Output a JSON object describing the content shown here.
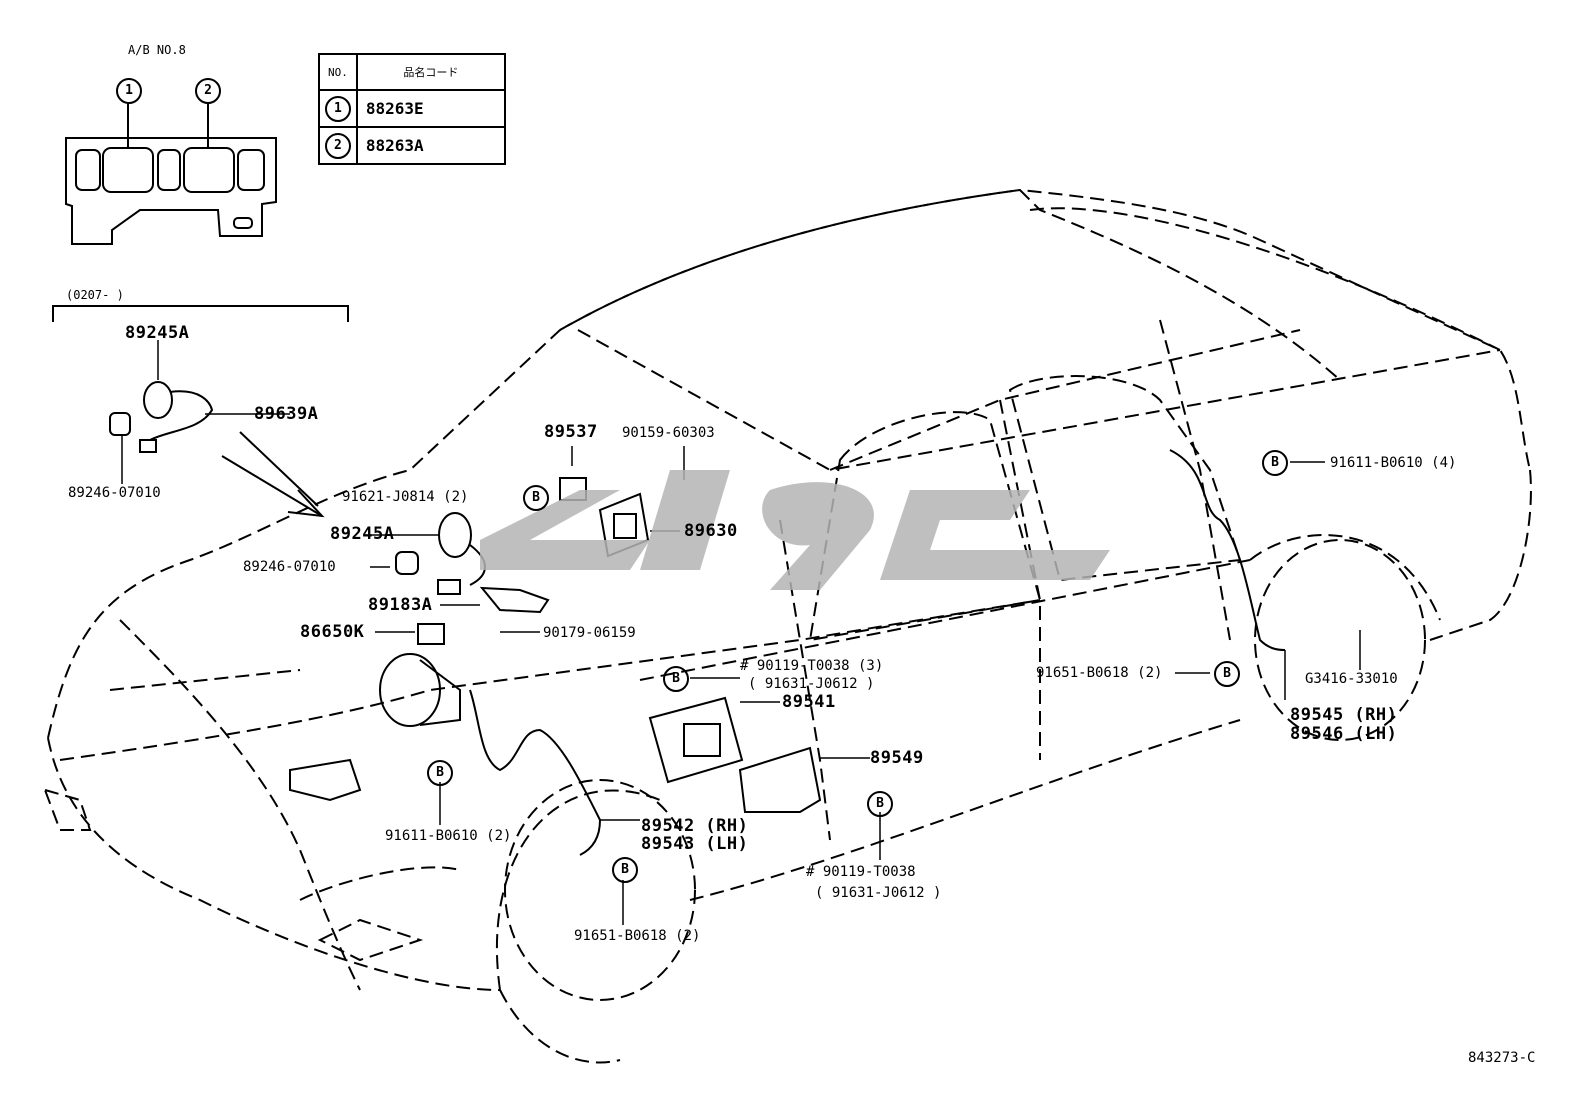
{
  "ab_label": "A/B NO.8",
  "date_range": "(0207-        )",
  "table": {
    "header_no": "NO.",
    "header_code": "品名コード",
    "rows": [
      {
        "no": "1",
        "code": "88263E"
      },
      {
        "no": "2",
        "code": "88263A"
      }
    ]
  },
  "inset_markers": [
    "1",
    "2"
  ],
  "labels": {
    "p89245A_top": "89245A",
    "p89639A": "89639A",
    "p89246_top": "89246-07010",
    "p89537": "89537",
    "p90159": "90159-60303",
    "p91621": "91621-J0814 (2)",
    "p89245A": "89245A",
    "p89630": "89630",
    "p89246": "89246-07010",
    "p89183A": "89183A",
    "p86650K": "86650K",
    "p90179": "90179-06159",
    "p90119a": "# 90119-T0038 (3)",
    "p91631a": "( 91631-J0612 )",
    "p89541": "89541",
    "p89549": "89549",
    "p91611a": "91611-B0610 (2)",
    "p89542": "89542 (RH)",
    "p89543": "89543 (LH)",
    "p90119b": "# 90119-T0038",
    "p91631b": "( 91631-J0612 )",
    "p91651a": "91651-B0618 (2)",
    "p91611b": "91611-B0610 (4)",
    "p91651b": "91651-B0618 (2)",
    "pG3416": "G3416-33010",
    "p89545": "89545 (RH)",
    "p89546": "89546 (LH)",
    "diagram_code": "843273-C"
  },
  "bolt_marker": "B"
}
